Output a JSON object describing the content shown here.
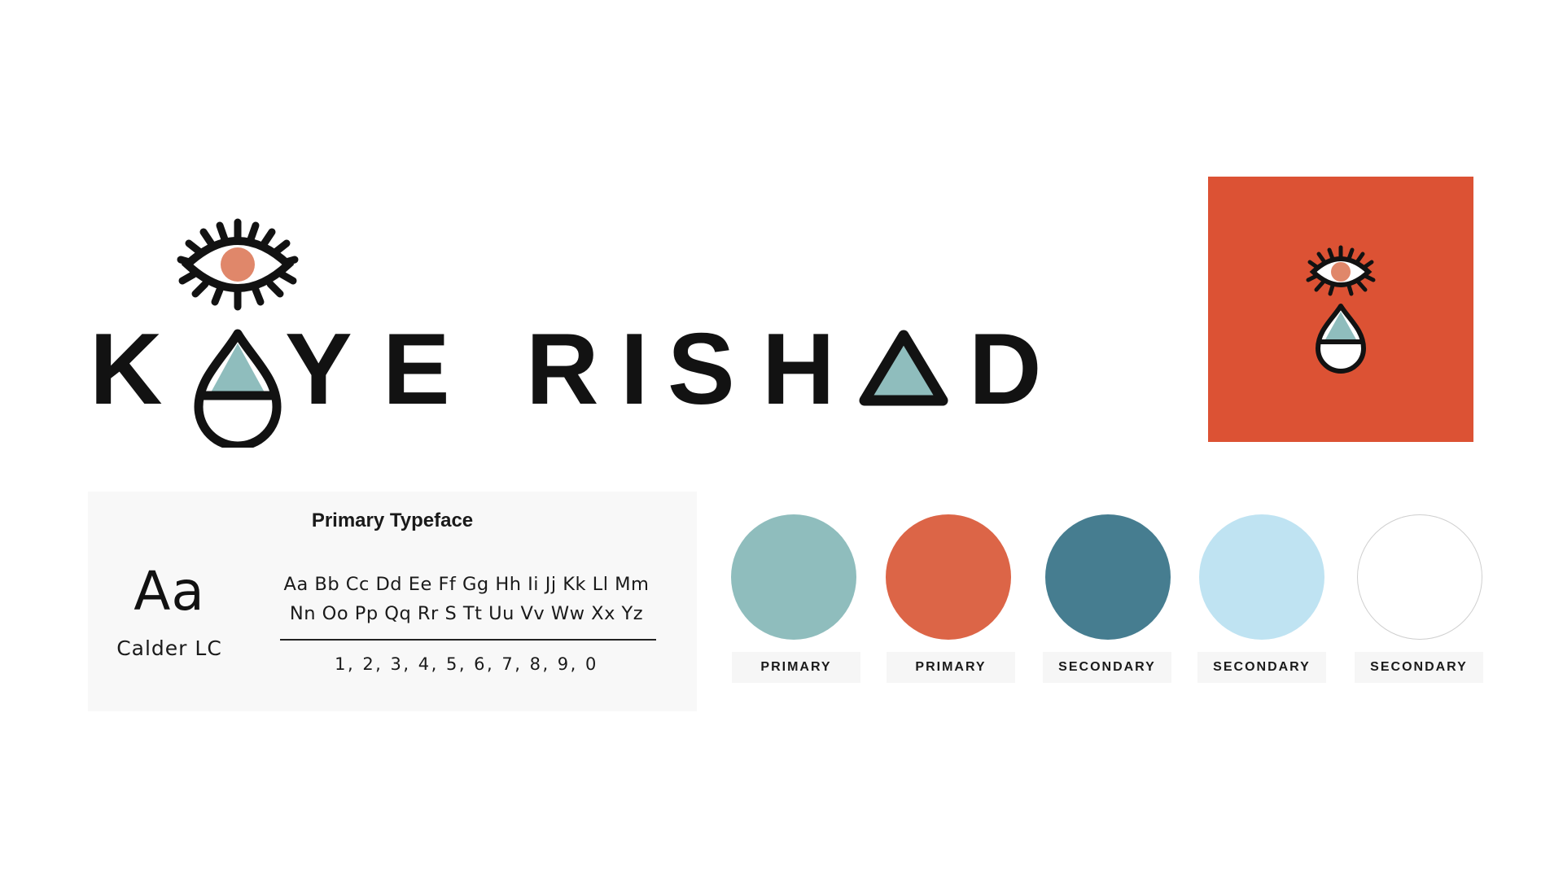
{
  "brand": {
    "name_letters": [
      "K",
      "Y",
      "E",
      "R",
      "I",
      "S",
      "H",
      "D"
    ],
    "logo_name": "KAYE RISHAD",
    "accent_color": "#dc5234",
    "eye_iris_color": "#e0876a",
    "triangle_color": "#8fbdbd"
  },
  "typeface": {
    "title": "Primary Typeface",
    "sample": "Aa",
    "font_name": "Calder LC",
    "alphabet_line1": "Aa Bb Cc Dd Ee Ff Gg Hh Ii Jj Kk Ll Mm",
    "alphabet_line2": "Nn Oo Pp Qq Rr S Tt Uu Vv Ww Xx Yz",
    "numbers": "1, 2, 3, 4, 5, 6, 7, 8, 9, 0"
  },
  "palette": [
    {
      "label": "PRIMARY",
      "color": "#8fbdbd"
    },
    {
      "label": "PRIMARY",
      "color": "#dc6547"
    },
    {
      "label": "SECONDARY",
      "color": "#467d90"
    },
    {
      "label": "SECONDARY",
      "color": "#bfe3f2"
    },
    {
      "label": "SECONDARY",
      "color": "#ffffff"
    }
  ]
}
